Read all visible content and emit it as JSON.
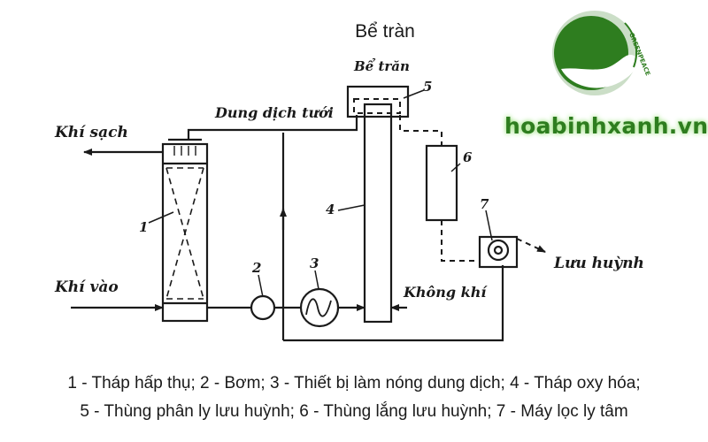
{
  "title": "Bể tràn",
  "brand": {
    "site": "hoabinhxanh.vn",
    "arc_text": "GREENPEACE",
    "color_primary": "#2e7d1f",
    "color_glow": "#7ed957"
  },
  "labels": {
    "overflow_tank": "Bể trăn",
    "irrigation_solution": "Dung dịch tưới",
    "clean_gas": "Khí sạch",
    "gas_in": "Khí vào",
    "air": "Không khí",
    "sulfur": "Lưu huỳnh"
  },
  "numbers": {
    "n1": "1",
    "n2": "2",
    "n3": "3",
    "n4": "4",
    "n5": "5",
    "n6": "6",
    "n7": "7"
  },
  "caption": {
    "line1": "1 - Tháp hấp thụ; 2 - Bơm; 3 - Thiết bị làm nóng dung dịch; 4 - Tháp oxy hóa;",
    "line2": "5 - Thùng phân ly lưu huỳnh; 6 - Thùng lắng lưu huỳnh; 7 - Máy lọc ly tâm"
  }
}
